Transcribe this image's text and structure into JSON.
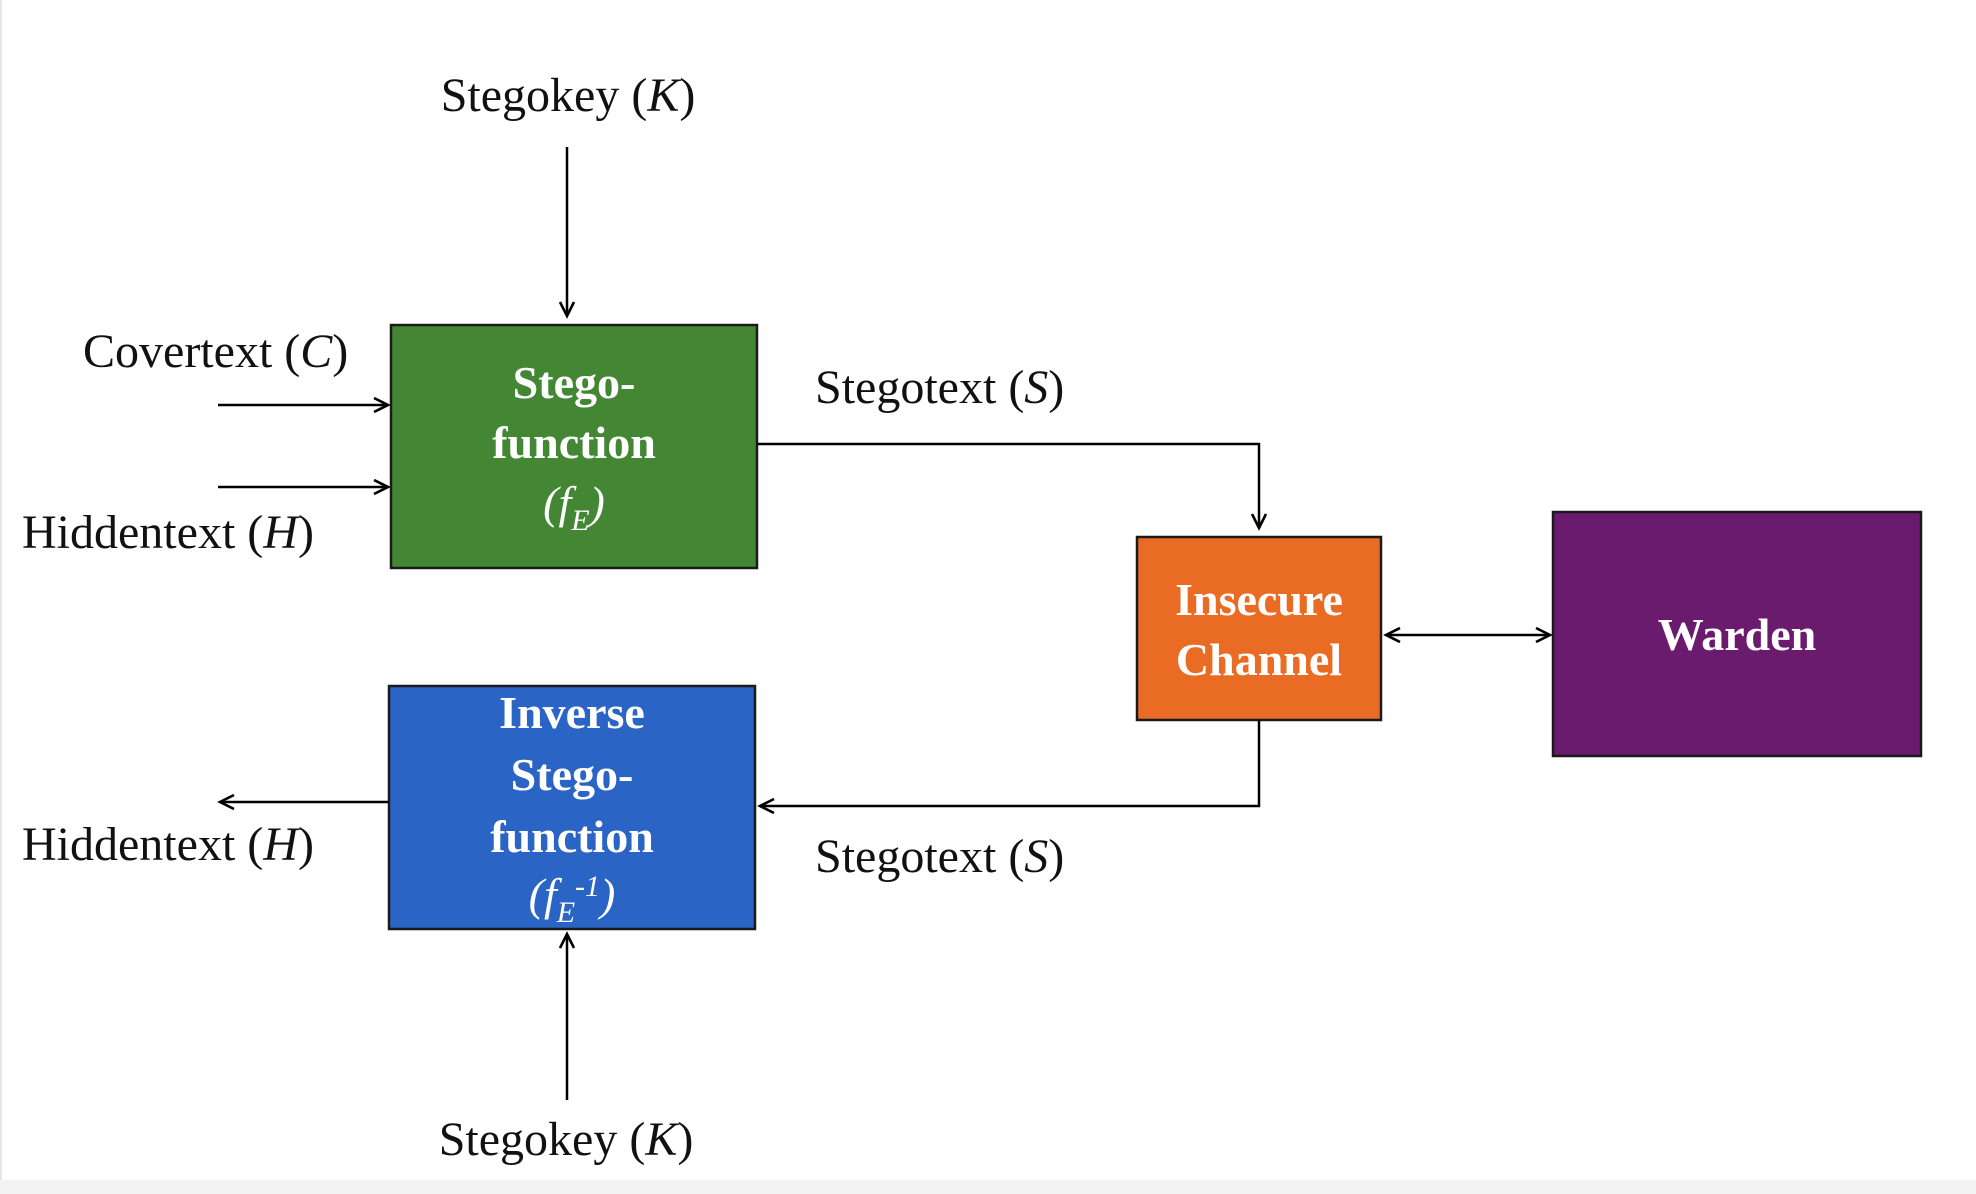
{
  "colors": {
    "stego_function": "#438734",
    "inverse_stego_function": "#2a64c4",
    "insecure_channel": "#ea6b23",
    "warden": "#6a1b6e",
    "line": "#000000"
  },
  "nodes": {
    "stego_function": {
      "line1": "Stego-",
      "line2": "function",
      "symbol_open": "(",
      "symbol": "f",
      "symbol_sub": "E",
      "symbol_close": ")"
    },
    "inverse_stego_function": {
      "line1": "Inverse",
      "line2": "Stego-",
      "line3": "function",
      "symbol_open": "(",
      "symbol": "f",
      "symbol_sub": "E",
      "symbol_sup": "-1",
      "symbol_close": ")"
    },
    "insecure_channel": {
      "line1": "Insecure",
      "line2": "Channel"
    },
    "warden": {
      "label": "Warden"
    }
  },
  "edges": {
    "stegokey_top": {
      "text": "Stegokey (",
      "var": "K",
      "close": ")"
    },
    "covertext": {
      "text": "Covertext (",
      "var": "C",
      "close": ")"
    },
    "hiddentext_in": {
      "text": "Hiddentext (",
      "var": "H",
      "close": ")"
    },
    "stegotext_out": {
      "text": "Stegotext (",
      "var": "S",
      "close": ")"
    },
    "stegotext_back": {
      "text": "Stegotext (",
      "var": "S",
      "close": ")"
    },
    "hiddentext_out": {
      "text": "Hiddentext (",
      "var": "H",
      "close": ")"
    },
    "stegokey_bottom": {
      "text": "Stegokey (",
      "var": "K",
      "close": ")"
    }
  }
}
